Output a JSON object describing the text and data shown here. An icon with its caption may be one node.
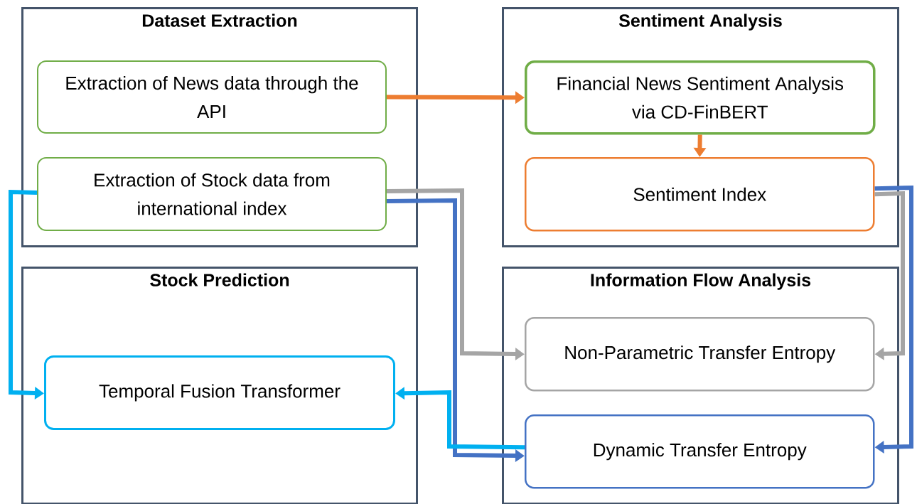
{
  "diagram": {
    "nodes": [
      {
        "text": [
          "Dataset Extraction"
        ]
      },
      {
        "text": [
          "Extraction of News data through the API"
        ],
        "in": 0
      },
      {
        "text": [
          "Extraction of Stock data from international index"
        ],
        "in": 0
      },
      {
        "text": [
          "Sentiment Analysis"
        ]
      },
      {
        "text": [
          "Financial News Sentiment Analysis via CD-FinBERT"
        ],
        "in": 3
      },
      {
        "text": [
          "Sentiment Index"
        ],
        "in": 3
      },
      {
        "text": [
          "Stock Prediction"
        ]
      },
      {
        "text": [
          "Temporal Fusion Transformer"
        ],
        "in": 6
      },
      {
        "text": [
          "Information Flow Analysis"
        ]
      },
      {
        "text": [
          "Non-Parametric Transfer Entropy"
        ],
        "in": 8
      },
      {
        "text": [
          "Dynamic Transfer Entropy"
        ],
        "in": 8
      }
    ],
    "edges": [
      {
        "from": 1,
        "to": 4,
        "arrow": "to",
        "color": "#ed7d31"
      },
      {
        "from": 4,
        "to": 5,
        "arrow": "to",
        "color": "#ed7d31"
      },
      {
        "from": 2,
        "to": 9,
        "arrow": "to",
        "color": "#a5a5a5"
      },
      {
        "from": 2,
        "to": 10,
        "arrow": "to",
        "color": "#4472c4"
      },
      {
        "from": 2,
        "to": 7,
        "arrow": "to",
        "color": "#00b0f0"
      },
      {
        "from": 10,
        "to": 7,
        "arrow": "to",
        "color": "#00b0f0"
      },
      {
        "from": 5,
        "to": 9,
        "arrow": "to",
        "color": "#a5a5a5"
      },
      {
        "from": 5,
        "to": 10,
        "arrow": "to",
        "color": "#4472c4"
      }
    ]
  }
}
